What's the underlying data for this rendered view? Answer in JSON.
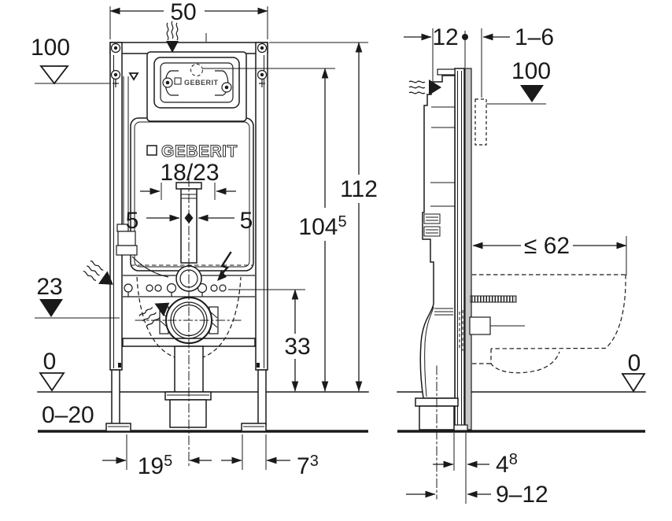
{
  "colors": {
    "line": "#1a1a1a",
    "wall_panel": "#c9c9c9",
    "background": "#ffffff"
  },
  "front_view": {
    "frame_width": "50",
    "meter_datum": "100",
    "supply_height": {
      "base": "104",
      "sup": "5"
    },
    "total_height": "112",
    "brand_plate": "GEBERIT",
    "brand_cistern": "GEBERIT",
    "cistern_size": "18/23",
    "flush_pipe_offset_left": "5",
    "flush_pipe_offset_right": "5",
    "outlet_datum": "23",
    "fixing_height": "33",
    "floor_datum": "0",
    "floor_buildup": "0–20",
    "leg_to_axis": {
      "base": "19",
      "sup": "5"
    },
    "axis_to_edge": {
      "base": "7",
      "sup": "3"
    }
  },
  "side_view": {
    "frame_depth": "12",
    "finish_thickness": "1–6",
    "meter_datum": "100",
    "bowl_depth_max": "≤ 62",
    "floor_datum": "0",
    "outlet_offset": {
      "base": "4",
      "sup": "8"
    },
    "axis_to_wall": "9–12"
  }
}
